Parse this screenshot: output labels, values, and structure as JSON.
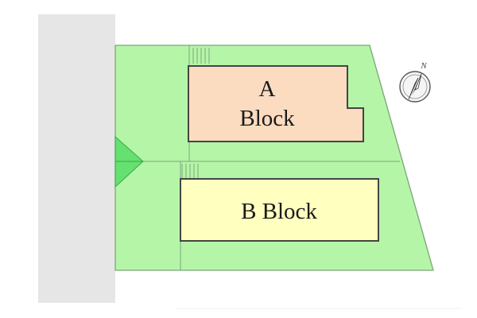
{
  "compass": {
    "north_label": "N",
    "icon": "compass-north-arrow-icon"
  },
  "blocks": {
    "a": {
      "line1": "A",
      "line2": "Block",
      "fill": "#fbdcc0"
    },
    "b": {
      "label": "B Block",
      "fill": "#ffffc0"
    }
  },
  "colors": {
    "lot_green": "#b5f5a8",
    "lot_outline": "#7ea87a",
    "road_gray": "#e6e6e6",
    "entrance_green": "#66e070"
  }
}
